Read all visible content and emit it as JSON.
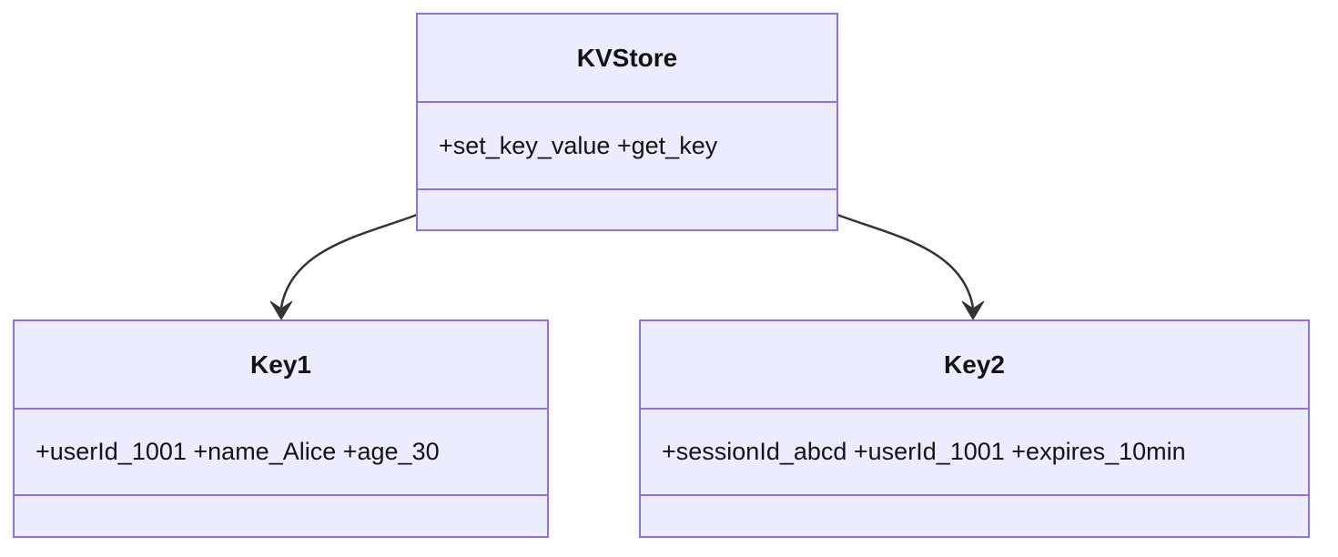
{
  "diagram": {
    "type": "class-diagram",
    "colors": {
      "background": "#ffffff",
      "node_fill": "#ECECFF",
      "node_border": "#9370DB",
      "edge": "#333333",
      "text": "#131313"
    },
    "classes": [
      {
        "name": "KVStore",
        "members_text": "+set_key_value +get_key"
      },
      {
        "name": "Key1",
        "members_text": "+userId_1001 +name_Alice +age_30"
      },
      {
        "name": "Key2",
        "members_text": "+sessionId_abcd +userId_1001 +expires_10min"
      }
    ],
    "relations": [
      {
        "from": "KVStore",
        "to": "Key1",
        "type": "arrow"
      },
      {
        "from": "KVStore",
        "to": "Key2",
        "type": "arrow"
      }
    ]
  }
}
